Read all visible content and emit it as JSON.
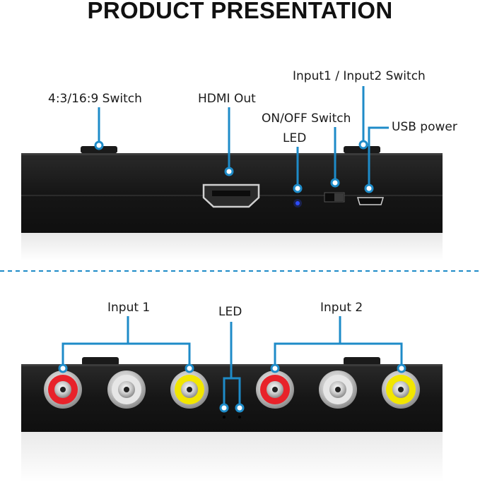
{
  "title": "PRODUCT PRESENTATION",
  "top_view": {
    "labels": {
      "aspect_switch": "4:3/16:9 Switch",
      "hdmi_out": "HDMI Out",
      "input_switch": "Input1 / Input2 Switch",
      "power_switch": "ON/OFF Switch",
      "usb_power": "USB power",
      "led": "LED"
    }
  },
  "bottom_view": {
    "labels": {
      "input1": "Input 1",
      "led": "LED",
      "input2": "Input 2"
    }
  },
  "colors": {
    "accent": "#1e8bc8",
    "device_body": "#1c1c1c",
    "led_blue": "#2d4dff",
    "rca_red": "#e8222a",
    "rca_white": "#e6e6e6",
    "rca_yellow": "#f2e600"
  }
}
